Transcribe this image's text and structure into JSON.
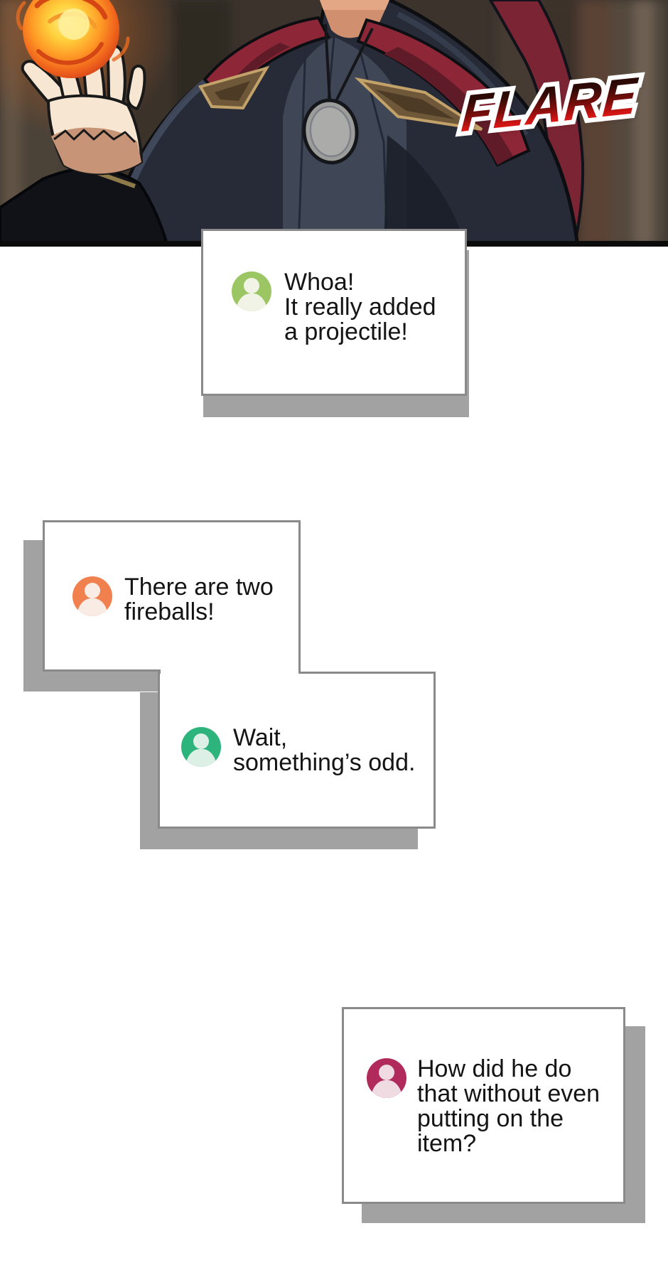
{
  "page": {
    "background": "#ffffff"
  },
  "panel": {
    "sfx": "FLARE",
    "colors": {
      "sfx_red": "#e81d1b",
      "sfx_outline": "#ffffff",
      "background_brown": "#3b332c",
      "cloak_navy": "#262b37",
      "collar_red": "#8d2737",
      "clasp_gold": "#c3a26a",
      "medallion_gray": "#9c9c9a",
      "skin": "#e9b astray",
      "fireball_core": "#ffe566",
      "fireball_mid": "#ff9a26",
      "fireball_edge": "#e8551a"
    }
  },
  "chat": {
    "box_border_color": "#8a8a8a",
    "box_shadow_color": "#a2a2a2",
    "text_color": "#141414",
    "messages": [
      {
        "avatar_color": "#9cc663",
        "avatar_person_color": "#f0f3e6",
        "lines": [
          "Whoa!",
          "It really added",
          "a projectile!"
        ]
      },
      {
        "avatar_color": "#f0814f",
        "avatar_person_color": "#f9ece4",
        "lines": [
          "There are two",
          "fireballs!"
        ]
      },
      {
        "avatar_color": "#2db47c",
        "avatar_person_color": "#ddf0e5",
        "lines": [
          "Wait,",
          "something’s odd."
        ]
      },
      {
        "avatar_color": "#b02a5b",
        "avatar_person_color": "#f0dbe3",
        "lines": [
          "How did he do",
          "that without even",
          "putting on the",
          "item?"
        ]
      }
    ]
  }
}
